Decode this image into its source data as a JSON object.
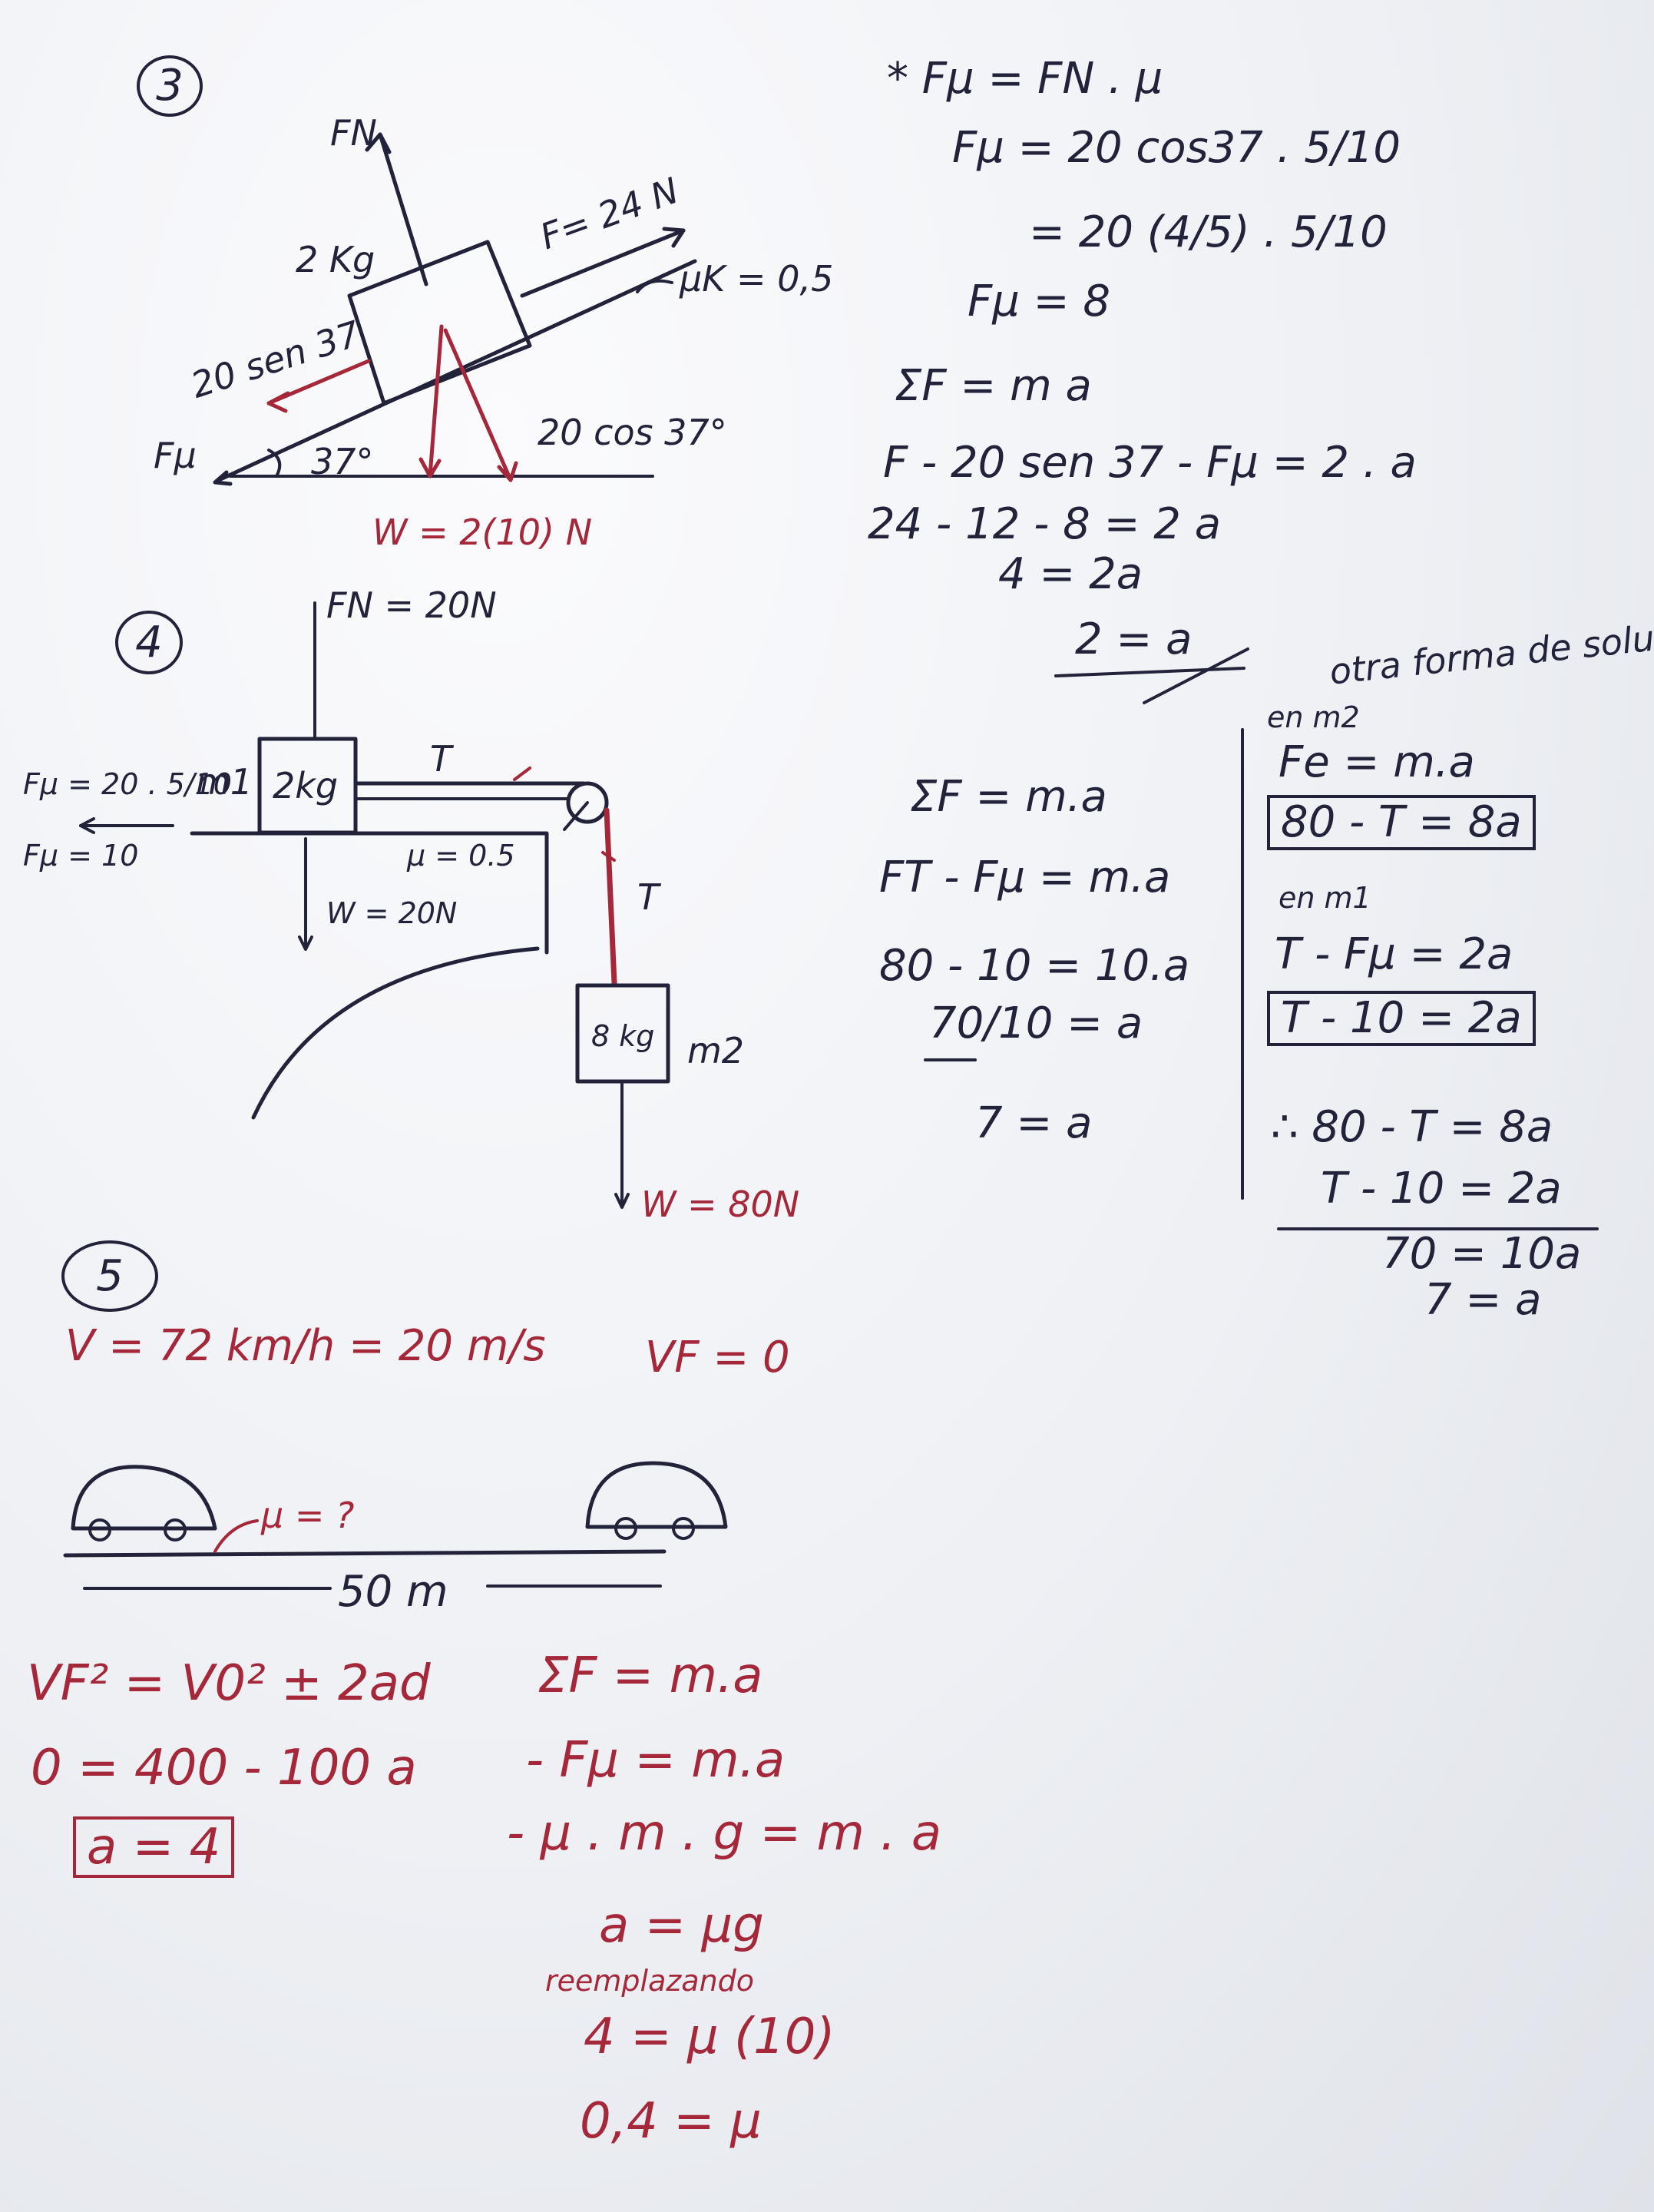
{
  "p3": {
    "num": "3",
    "fn": "FN",
    "mass": "2 Kg",
    "force": "F= 24 N",
    "muk": "μK = 0,5",
    "sen": "20 sen 37",
    "fu": "Fμ",
    "angle": "37°",
    "cos": "20 cos 37°",
    "weight": "W = 2(10) N",
    "calc": [
      "* Fμ = FN . μ",
      "Fμ = 20 cos37 . 5/10",
      "= 20 (4/5) . 5/10",
      "Fμ = 8",
      "ΣF = m a",
      "F - 20 sen 37 - Fμ = 2 . a",
      "24 - 12 - 8 = 2 a",
      "4 = 2a",
      "2 = a"
    ]
  },
  "p4": {
    "num": "4",
    "fn": "FN = 20N",
    "fu1": "Fμ = 20 . 5/10",
    "fu2": "Fμ = 10",
    "m1": "m1",
    "mass1": "2kg",
    "t1": "T",
    "mu": "μ = 0.5",
    "w1": "W = 20N",
    "t2": "T",
    "mass2": "8 kg",
    "m2": "m2",
    "w2": "W = 80N",
    "calc": [
      "ΣF = m.a",
      "FT - Fμ = m.a",
      "80 - 10 = 10.a",
      "70/10 = a",
      "7 = a"
    ],
    "alt": {
      "title": "otra forma de solucionarlo",
      "en_m2": "en m2",
      "eq1": "Fe = m.a",
      "box1": "80 - T = 8a",
      "en_m1": "en m1",
      "eq2": "T - Fμ = 2a",
      "box2": "T - 10 = 2a",
      "sum1": "∴ 80 - T = 8a",
      "sum2": "T - 10 = 2a",
      "sum3": "70 = 10a",
      "sum4": "7 = a"
    }
  },
  "p5": {
    "num": "5",
    "v": "V = 72 km/h = 20 m/s",
    "vf": "VF = 0",
    "mu": "μ = ?",
    "dist": "50 m",
    "calc_left": [
      "VF² = V0² ± 2ad",
      "0 = 400 - 100 a",
      "a = 4"
    ],
    "calc_right": [
      "ΣF = m.a",
      "- Fμ = m.a",
      "- μ . m . g = m . a",
      "a = μg",
      "reemplazando",
      "4 = μ (10)",
      "0,4 = μ"
    ]
  }
}
